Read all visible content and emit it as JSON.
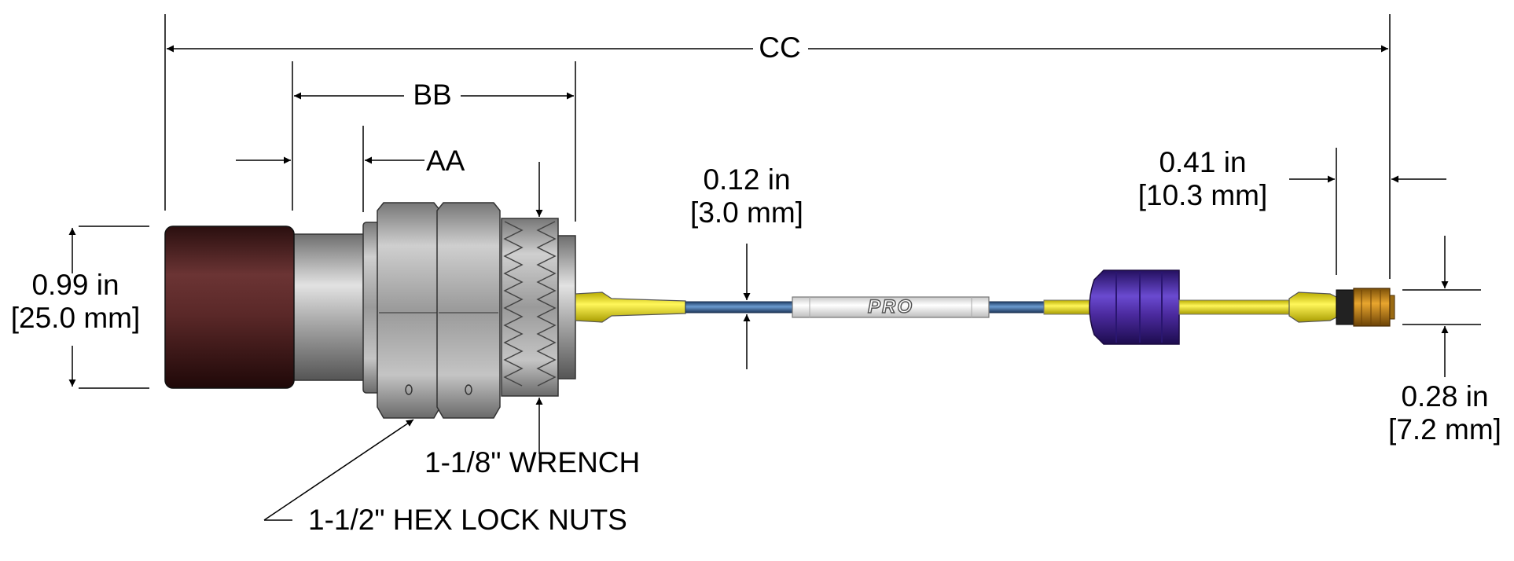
{
  "dimensions": {
    "overall": "CC",
    "housing_to_thread_end": "BB",
    "nut_offset": "AA",
    "housing_diameter": {
      "imperial": "0.99 in",
      "metric": "[25.0 mm]"
    },
    "cable_diameter": {
      "imperial": "0.12 in",
      "metric": "[3.0 mm]"
    },
    "connector_length": {
      "imperial": "0.41 in",
      "metric": "[10.3 mm]"
    },
    "connector_diameter": {
      "imperial": "0.28 in",
      "metric": "[7.2 mm]"
    }
  },
  "callouts": {
    "wrench": "1-1/8\" WRENCH",
    "hex_nuts": "1-1/2\" HEX LOCK NUTS"
  },
  "cable_logo": "PRO",
  "colors": {
    "cap": "#4a1f1f",
    "body": "#b8b8b8",
    "yellow_cable": "#f2e600",
    "blue_cable": "#3d6fa8",
    "purple_boot": "#4b2a9e",
    "connector": "#c88a1c"
  }
}
